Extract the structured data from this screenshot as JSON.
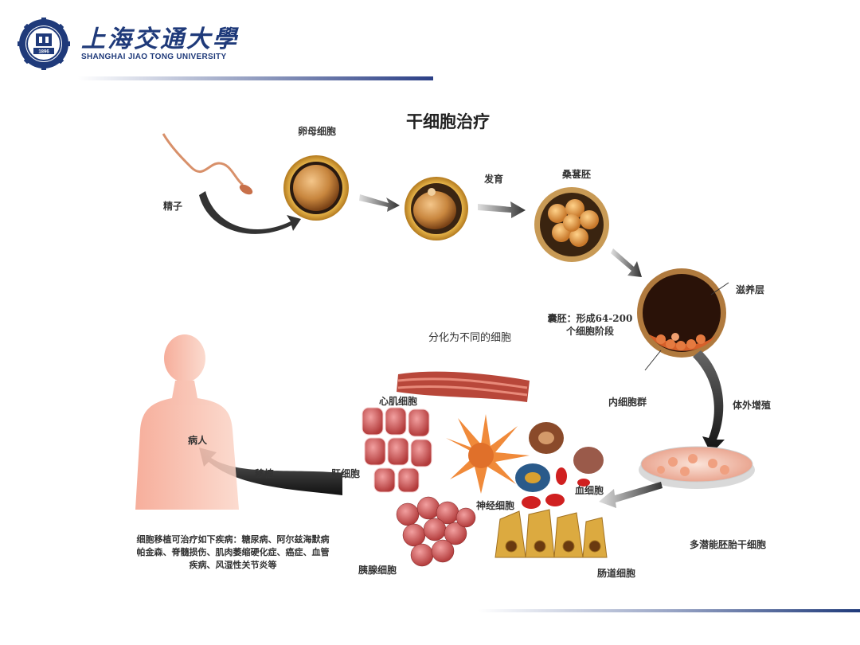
{
  "logo": {
    "name_cn": "上海交通大學",
    "name_en": "SHANGHAI JIAO TONG UNIVERSITY",
    "emblem_year": "1896",
    "emblem_icon": "university-emblem-icon"
  },
  "diagram": {
    "title": "干细胞治疗",
    "differentiate_caption": "分化为不同的细胞",
    "labels": {
      "sperm": "精子",
      "oocyte": "卵母细胞",
      "develop": "发育",
      "morula": "桑葚胚",
      "trophoblast": "滋养层",
      "blastocyst_line1": "囊胚：形成64-200",
      "blastocyst_line2": "个细胞阶段",
      "inner_cell_mass": "内细胞群",
      "in_vitro": "体外增殖",
      "pluripotent": "多潜能胚胎干细胞",
      "cardiomyocyte": "心肌细胞",
      "hepatocyte": "肝细胞",
      "neuron": "神经细胞",
      "blood": "血细胞",
      "pancreatic": "胰腺细胞",
      "intestinal": "肠道细胞",
      "transplant": "移植",
      "patient": "病人"
    },
    "diseases_line1": "细胞移植可治疗如下疾病：糖尿病、阿尔兹海默病",
    "diseases_line2": "帕金森、脊髓损伤、肌肉萎缩硬化症、癌症、血管",
    "diseases_line3": "疾病、风湿性关节炎等"
  }
}
